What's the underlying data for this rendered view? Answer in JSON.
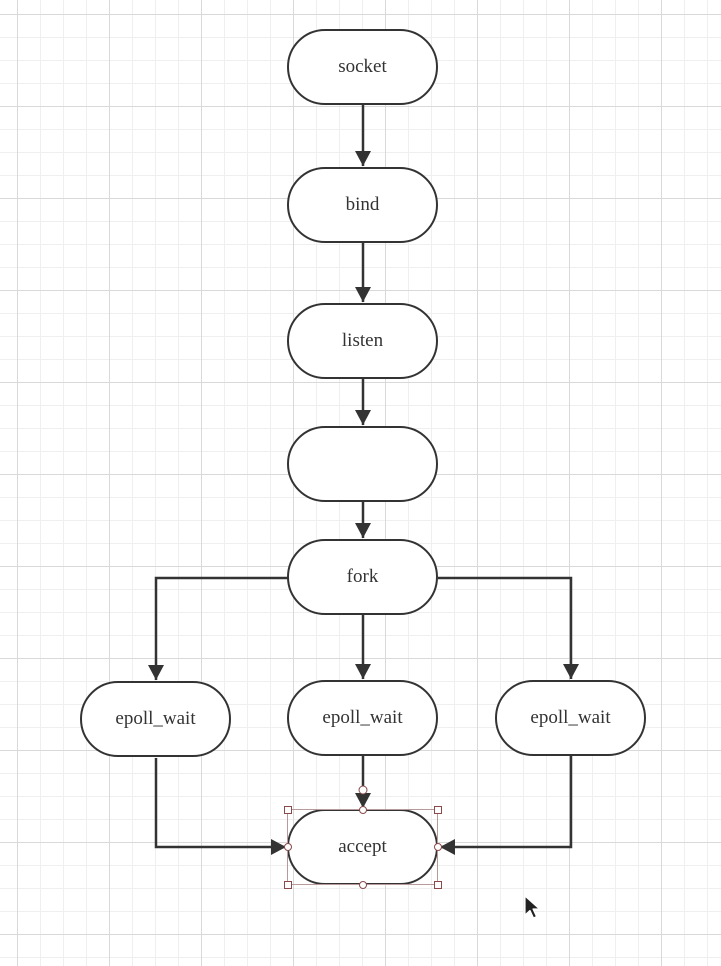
{
  "diagram": {
    "nodes": {
      "socket": "socket",
      "bind": "bind",
      "listen": "listen",
      "unlabeled": "",
      "fork": "fork",
      "epoll_wait_left": "epoll_wait",
      "epoll_wait_center": "epoll_wait",
      "epoll_wait_right": "epoll_wait",
      "accept": "accept"
    },
    "edges": [
      [
        "socket",
        "bind"
      ],
      [
        "bind",
        "listen"
      ],
      [
        "listen",
        "unlabeled"
      ],
      [
        "unlabeled",
        "fork"
      ],
      [
        "fork",
        "epoll_wait_left"
      ],
      [
        "fork",
        "epoll_wait_center"
      ],
      [
        "fork",
        "epoll_wait_right"
      ],
      [
        "epoll_wait_left",
        "accept"
      ],
      [
        "epoll_wait_center",
        "accept"
      ],
      [
        "epoll_wait_right",
        "accept"
      ]
    ],
    "selected_node": "accept"
  },
  "colors": {
    "stroke": "#333333",
    "selection": "#8a4a4a",
    "grid": "#d9d9d9",
    "background": "#ffffff"
  },
  "icons": {
    "cursor": "mouse-pointer-icon"
  }
}
